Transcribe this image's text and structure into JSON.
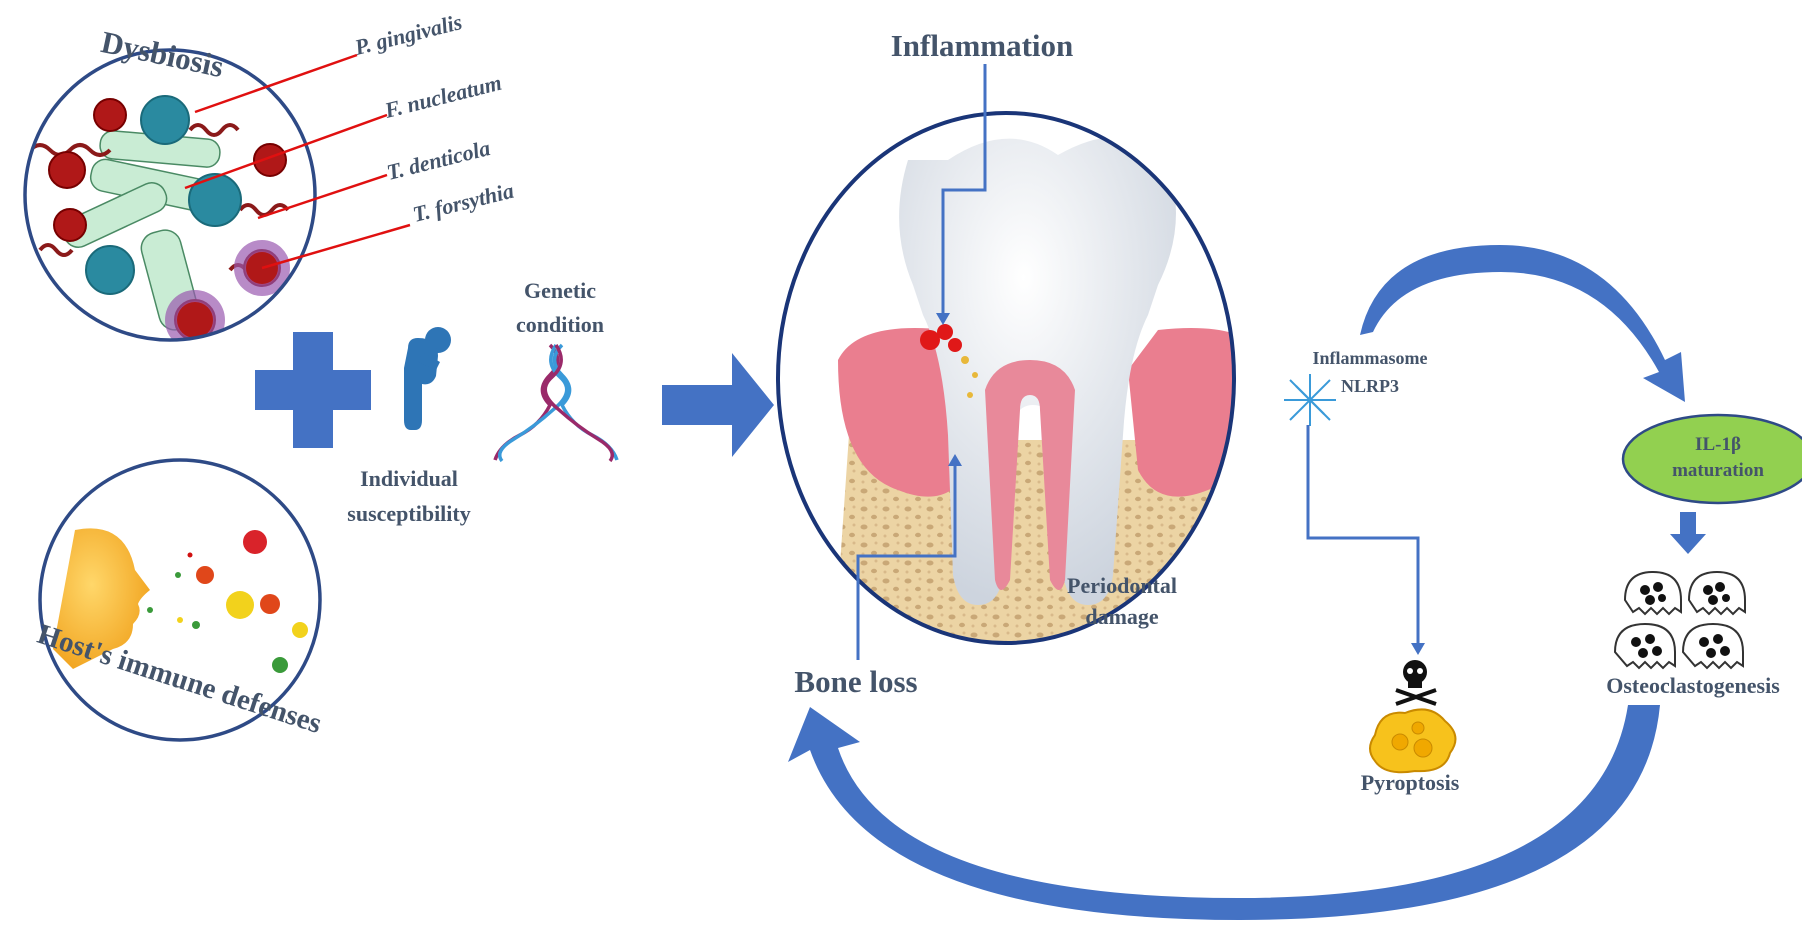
{
  "colors": {
    "text": "#44546a",
    "arrow": "#4472c4",
    "circle_border": "#2e4a86",
    "gum": "#e9768a",
    "bone": "#ecd4a4",
    "tooth": "#f4f6f8",
    "il1b_fill": "#92d050",
    "connector": "#e01010"
  },
  "left": {
    "dysbiosis_label": "Dysbiosis",
    "bacteria": [
      "P. gingivalis",
      "F. nucleatum",
      "T. denticola",
      "T. forsythia"
    ],
    "host_label": "Host's immune defenses",
    "individual_label_1": "Individual",
    "individual_label_2": "susceptibility",
    "genetic_label_1": "Genetic",
    "genetic_label_2": "condition"
  },
  "right": {
    "inflammation": "Inflammation",
    "inflammasome_1": "Inflammasome",
    "inflammasome_2": "NLRP3",
    "periodontal_1": "Periodontal",
    "periodontal_2": "damage",
    "il1b_1": "IL-1β",
    "il1b_2": "maturation",
    "osteoclastogenesis": "Osteoclastogenesis",
    "pyroptosis": "Pyroptosis",
    "bone_loss": "Bone loss"
  },
  "icons": [
    "plus-icon",
    "coughing-person-icon",
    "dna-icon",
    "right-arrow-icon",
    "skull-icon",
    "dead-cell-icon",
    "osteoclast-icon",
    "face-icon",
    "pathogen-icon"
  ]
}
